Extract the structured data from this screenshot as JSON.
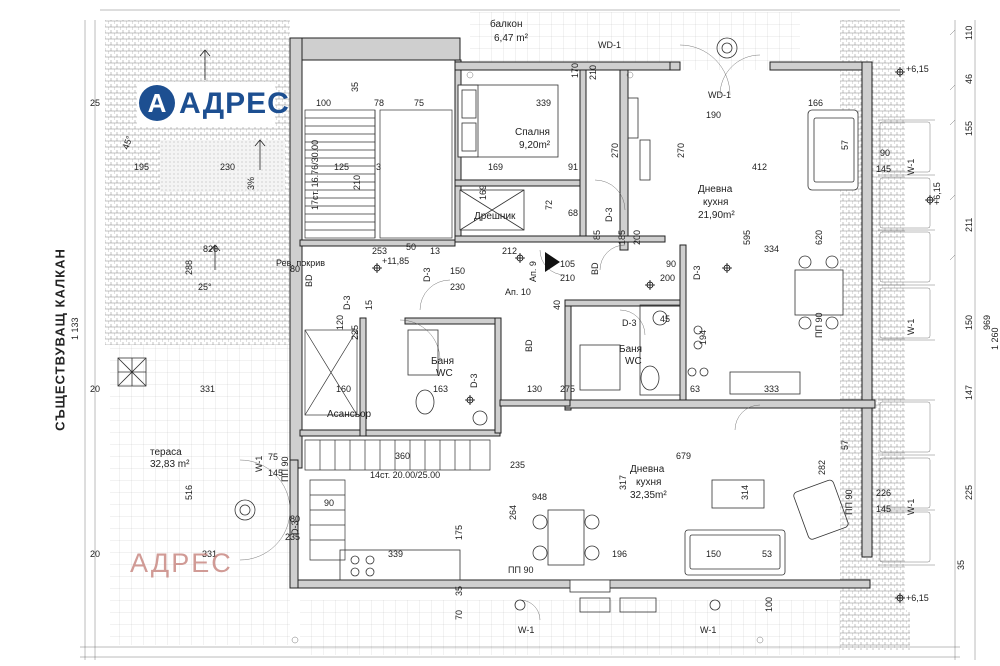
{
  "logo": {
    "mark": "А",
    "text": "АДРЕС"
  },
  "watermark": "АДРЕС",
  "neighbor_wall": "СЪЩЕСТВУВАЩ КАЛКАН",
  "rooms": {
    "balcony_name": "балкон",
    "balcony_area": "6,47 m²",
    "bedroom_name": "Спалня",
    "bedroom_area": "9,20m²",
    "living1_name": "Дневна",
    "living1_sub": "кухня",
    "living1_area": "21,90m²",
    "pantry": "Дрешник",
    "bath1_name": "Баня",
    "bath1_sub": "WC",
    "bath2_name": "Баня",
    "bath2_sub": "WC",
    "elevator": "Асансьор",
    "terrace_name": "тераса",
    "terrace_area": "32,83 m²",
    "living2_name": "Дневна",
    "living2_sub": "кухня",
    "living2_area": "32,35m²",
    "roof_note": "Рев. покрив",
    "stairs_upper": "17ст. 16.76/30.00",
    "stairs_lower": "14ст. 20.00/25.00",
    "apt9": "Ап. 9",
    "apt10": "Ап. 10"
  },
  "levels": {
    "stair": "+11,85",
    "top_right": "+6,15",
    "mid_right": "+6,15",
    "bottom_right": "+6,15"
  },
  "codes": {
    "wd1_top": "WD-1",
    "wd1_inner": "WD-1",
    "w1_left": "W-1",
    "w1_bottom_left": "W-1",
    "w1_bottom_right": "W-1",
    "w1_right_top": "W-1",
    "w1_right_mid": "W-1",
    "w1_right_bot": "W-1",
    "d3_a": "D-3",
    "d3_b": "D-3",
    "d3_c": "D-3",
    "d3_d": "D-3",
    "d3_e": "D-3",
    "d3_f": "D-3",
    "d3_g": "D-3",
    "bd_a": "BD",
    "bd_b": "BD",
    "bd_c": "BD",
    "pp90_a": "ПП 90",
    "pp90_b": "ПП 90",
    "pp90_c": "ПП 90",
    "pp90_d": "ПП 90"
  },
  "dims": {
    "d339": "339",
    "d170": "170",
    "d210a": "210",
    "d100": "100",
    "d78": "78",
    "d75a": "75",
    "d35a": "35",
    "d25a": "25",
    "d195": "195",
    "d125": "125",
    "d3": "3",
    "d230": "230",
    "d3pct": "3%",
    "d210b": "210",
    "d270a": "270",
    "d270b": "270",
    "d412": "412",
    "d166": "166",
    "d190": "190",
    "d169a": "169",
    "d91": "91",
    "d169b": "169",
    "d72": "72",
    "d68": "68",
    "d85": "85",
    "d200": "200",
    "d185": "185",
    "d595": "595",
    "d334": "334",
    "d620": "620",
    "d253": "253",
    "d13": "13",
    "d212": "212",
    "d105": "105",
    "d210c": "210",
    "d90a": "90",
    "d200b": "200",
    "d25pct": "25°",
    "d45pct": "45°",
    "d288": "288",
    "d826": "826",
    "d150a": "150",
    "d230b": "230",
    "d80a": "80",
    "d120": "120",
    "d225": "225",
    "d160": "160",
    "d163": "163",
    "d130": "130",
    "d275": "275",
    "d194": "194",
    "d333": "333",
    "d331a": "331",
    "d20a": "20",
    "d679": "679",
    "d360": "360",
    "d317": "317",
    "d948": "948",
    "d264": "264",
    "d314": "314",
    "d282": "282",
    "d226": "226",
    "d145a": "145",
    "d90b": "90",
    "d145b": "145",
    "d75b": "75",
    "d145c": "145",
    "d516": "516",
    "d80b": "80",
    "d235": "235",
    "d331b": "331",
    "d20b": "20",
    "d339b": "339",
    "d196": "196",
    "d150b": "150",
    "d53": "53",
    "d175": "175",
    "d70": "70",
    "d100b": "100",
    "d35b": "35",
    "d1133": "1 133",
    "d110": "110",
    "d46": "46",
    "d155": "155",
    "d211": "211",
    "d150c": "150",
    "d147": "147",
    "d225b": "225",
    "d969": "969",
    "d1260": "1 260",
    "d57a": "57",
    "d57b": "57",
    "d45": "45",
    "d40": "40",
    "d15": "15",
    "d50": "50",
    "d63": "63",
    "d35c": "35",
    "d235b": "235",
    "d90c": "90"
  }
}
